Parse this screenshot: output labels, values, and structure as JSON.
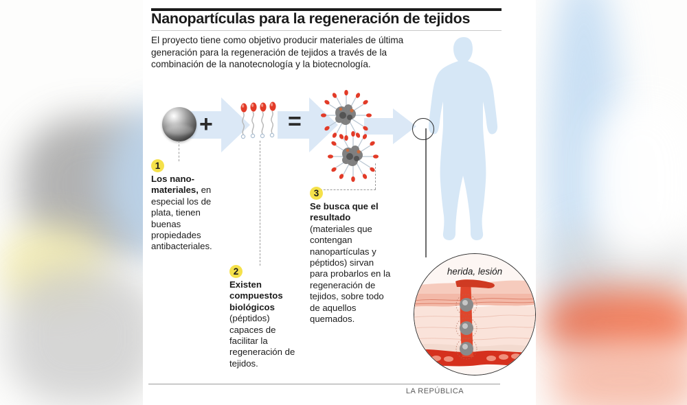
{
  "header": {
    "title": "Nanopartículas para la regeneración de tejidos",
    "subtitle": "El proyecto tiene como objetivo producir materiales de última generación para la regeneración de tejidos a través de la combinación de la nanotecnología y la biotecnología."
  },
  "equation": {
    "plus_symbol": "+",
    "equals_symbol": "=",
    "nanoparticle_label": "silver-nanoparticle",
    "peptide_label": "peptide-molecules",
    "result_label": "functionalized-nanoparticle"
  },
  "callouts": [
    {
      "number": "1",
      "bold": "Los nano-materiales,",
      "text": " en especial los de plata, tienen buenas propiedades antibacteriales."
    },
    {
      "number": "2",
      "bold": "Existen compuestos biológicos",
      "text": " (péptidos) capaces de facilitar la regeneración de tejidos."
    },
    {
      "number": "3",
      "bold": "Se busca que el resultado",
      "text": " (materiales que contengan nanopartículas y péptidos) sirvan para probarlos en la regeneración de tejidos, sobre todo de aquellos quemados."
    }
  ],
  "inset": {
    "label": "herida, lesión"
  },
  "footer": {
    "credit": "LA REPÚBLICA"
  },
  "colors": {
    "badge_yellow": "#f5e14a",
    "arrow_blue": "#d7e6f4",
    "silhouette_blue": "#d3e6f5",
    "peptide_red": "#e23b28",
    "rule_dark": "#1b1b1b"
  }
}
